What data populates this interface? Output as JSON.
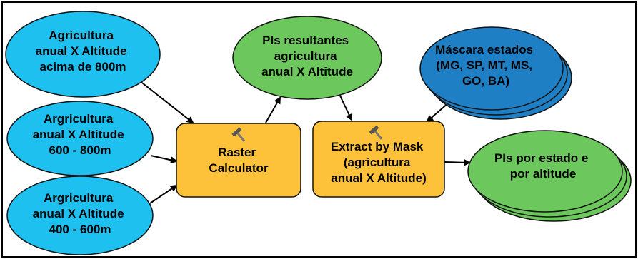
{
  "diagram": {
    "inputs": [
      {
        "id": "in-800",
        "lines": [
          "Agricultura",
          "anual X Altitude",
          "acima de 800m"
        ]
      },
      {
        "id": "in-600-800",
        "lines": [
          "Argricultura",
          "anual X Altitude",
          "600 - 800m"
        ]
      },
      {
        "id": "in-400-600",
        "lines": [
          "Argricultura",
          "anual X Altitude",
          "400 - 600m"
        ]
      },
      {
        "id": "mask",
        "lines": [
          "Máscara estados",
          "(MG, SP, MT, MS,",
          "GO, BA)"
        ]
      }
    ],
    "tools": [
      {
        "id": "raster-calculator",
        "lines": [
          "Raster",
          "Calculator"
        ]
      },
      {
        "id": "extract-by-mask",
        "lines": [
          "Extract by Mask",
          "(agricultura",
          "anual X Altitude)"
        ]
      }
    ],
    "outputs": [
      {
        "id": "out-pls-resultantes",
        "lines": [
          "PIs resultantes",
          "agricultura",
          "anual X Altitude"
        ]
      },
      {
        "id": "out-pls-estado",
        "lines": [
          "PIs por estado e",
          "por altitude"
        ]
      }
    ]
  },
  "colors": {
    "input": "#1ec0f0",
    "mask": "#1e7fc4",
    "tool": "#fdc13a",
    "output": "#6cc85c",
    "stroke": "#111111",
    "border": "#000000"
  }
}
